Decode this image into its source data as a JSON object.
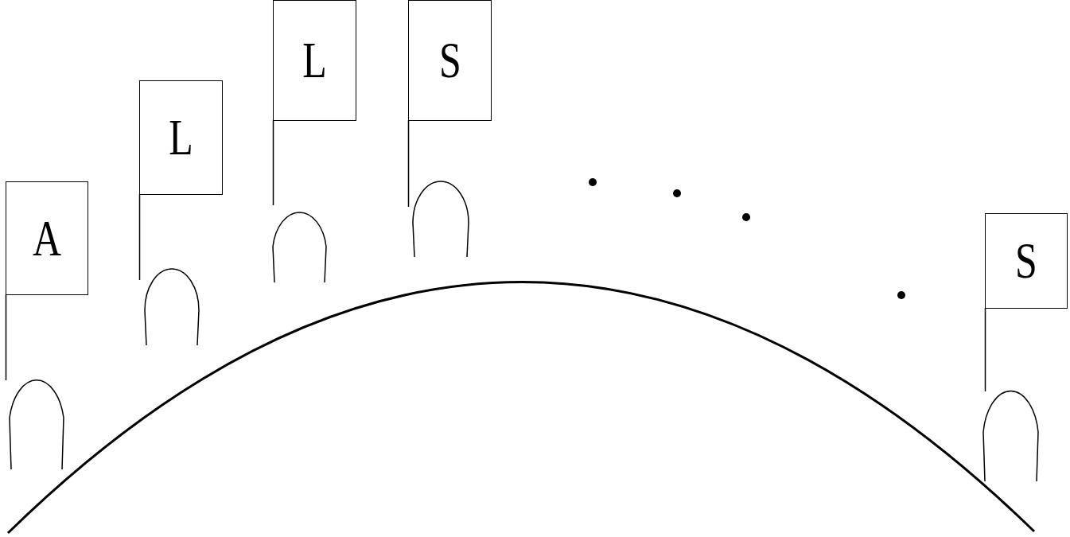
{
  "diagram": {
    "nodes": [
      {
        "text": [
          "A"
        ]
      },
      {
        "text": [
          "L"
        ]
      },
      {
        "text": [
          "L"
        ]
      },
      {
        "text": [
          "S"
        ]
      },
      {
        "text": [
          "S"
        ]
      }
    ]
  }
}
